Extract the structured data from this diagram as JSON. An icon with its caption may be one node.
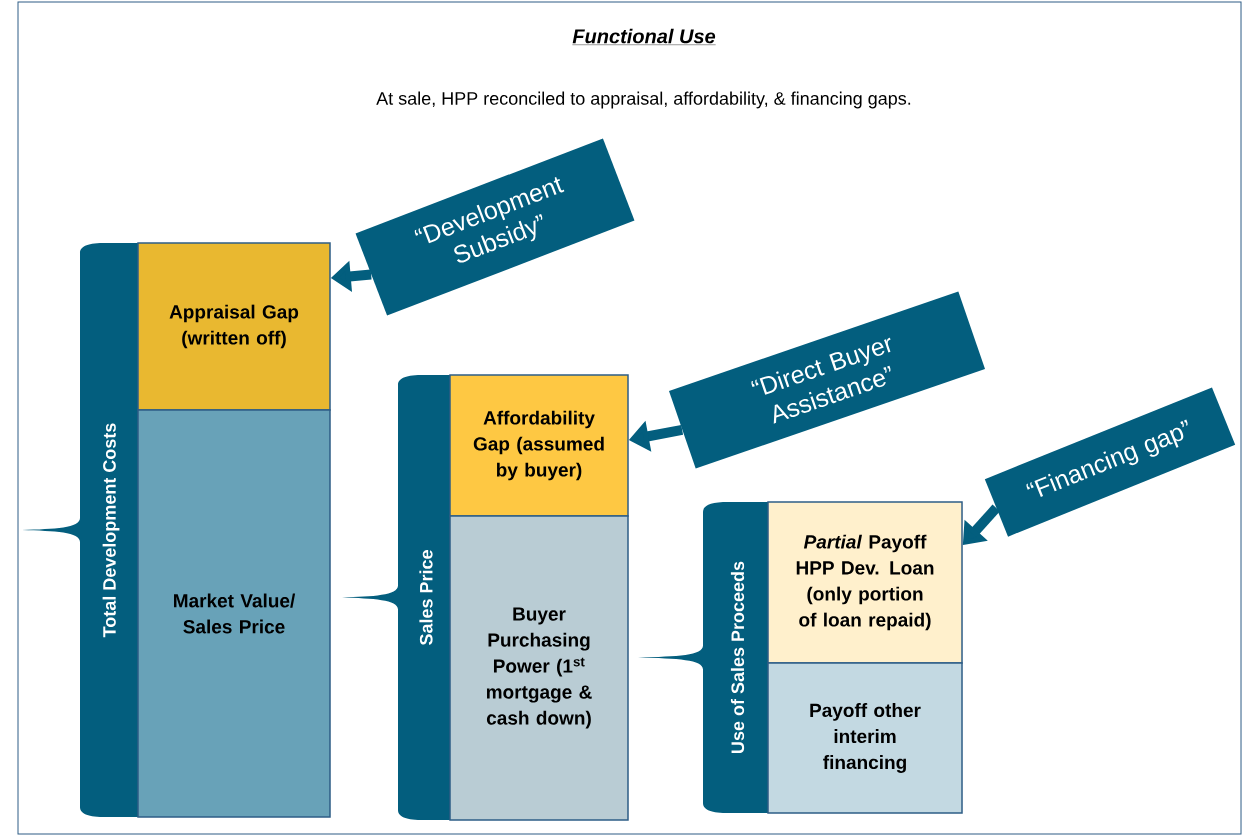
{
  "diagram": {
    "title": "Functional Use",
    "nodes": [
      {
        "text": [
          "Total Development Costs"
        ]
      },
      {
        "text": [
          "Appraisal Gap (written off)"
        ]
      },
      {
        "text": [
          "Market Value/ Sales Price"
        ]
      },
      {
        "text": [
          "Sales Price"
        ]
      },
      {
        "text": [
          "Affordability Gap (assumed by buyer)"
        ]
      },
      {
        "text": [
          "Buyer Purchasing Power (1$^{st}$ mortgage & cash down)"
        ]
      },
      {
        "text": [
          "Use of Sales Proceeds"
        ]
      },
      {
        "text": [
          "*Partial* Payoff HPP Dev. Loan (only portion of loan repaid)"
        ]
      },
      {
        "text": [
          "Payoff other interim financing"
        ]
      },
      {
        "text": [
          "“Development Subsidy”"
        ]
      },
      {
        "text": [
          "“Direct Buyer Assistance”"
        ]
      },
      {
        "text": [
          "“Financing gap”"
        ]
      }
    ],
    "edges": [
      {
        "from": 9,
        "to": 1,
        "arrow": "to"
      },
      {
        "from": 10,
        "to": 4,
        "arrow": "to"
      },
      {
        "from": 11,
        "to": 7,
        "arrow": "to"
      }
    ],
    "labels": [
      "At sale, HPP reconciled to appraisal, affordability, & financing gaps."
    ]
  }
}
